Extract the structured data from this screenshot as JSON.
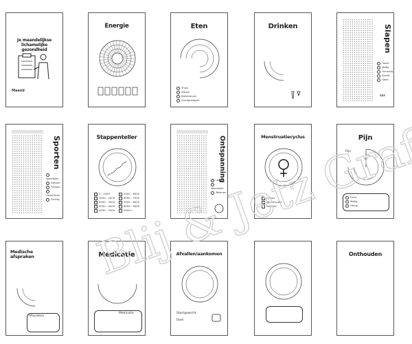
{
  "pages": {
    "p1": {
      "title": "Je maandelijkse lichamelijke gezondheid",
      "label": "Maand"
    },
    "p2": {
      "title": "Energie"
    },
    "p3": {
      "title": "Eten",
      "legend": [
        "Thuis",
        "Afhaal",
        "Buitenshuis",
        "Overgeslagen"
      ]
    },
    "p4": {
      "title": "Drinken"
    },
    "p5": {
      "title": "Slapen",
      "legend": [
        "Goed",
        "Matig",
        "Onrustig",
        "Slecht",
        "Geen"
      ],
      "balloon": "zzz"
    },
    "p6": {
      "title": "Sporten",
      "legend": [
        "Wandelen",
        "Fietsen",
        "Fitness",
        "Zwemmen",
        "Overig"
      ]
    },
    "p7": {
      "title": "Stappenteller",
      "legend": [
        "0 - 1000",
        "1000 - 2000",
        "2000 - 3000",
        "3000 - 4000",
        "4000 - 5000",
        "5000 - 6000",
        "6000 - 7000",
        "7000 - 8000",
        "8000 - 9000",
        "9000+"
      ]
    },
    "p8": {
      "title": "Ontspanning",
      "legend": [
        "Lezen",
        "Wandelen",
        "Tekenen"
      ]
    },
    "p9": {
      "title": "Menstruatiecyclus",
      "legend": [
        "Cyclus",
        "Menstruatie",
        "Notities"
      ]
    },
    "p10": {
      "title": "Pijn",
      "side": "Pijn",
      "legend": [
        "Licht",
        "Matig",
        "Hevig"
      ]
    },
    "p11": {
      "title": "Medische afspraken",
      "box_label": "Afspraken"
    },
    "p12": {
      "title": "Medicatie",
      "box_label": "Medicatie"
    },
    "p13": {
      "title": "Afvallen/aankomen",
      "label1": "Startgewicht",
      "label2": "Doel"
    },
    "p14": {
      "title": ""
    },
    "p15": {
      "title": "Onthouden"
    }
  },
  "watermark": "Blij & Jetz Grafisch",
  "colors": {
    "border": "#555555",
    "ink": "#222222",
    "watermark": "#cfcfcf"
  }
}
